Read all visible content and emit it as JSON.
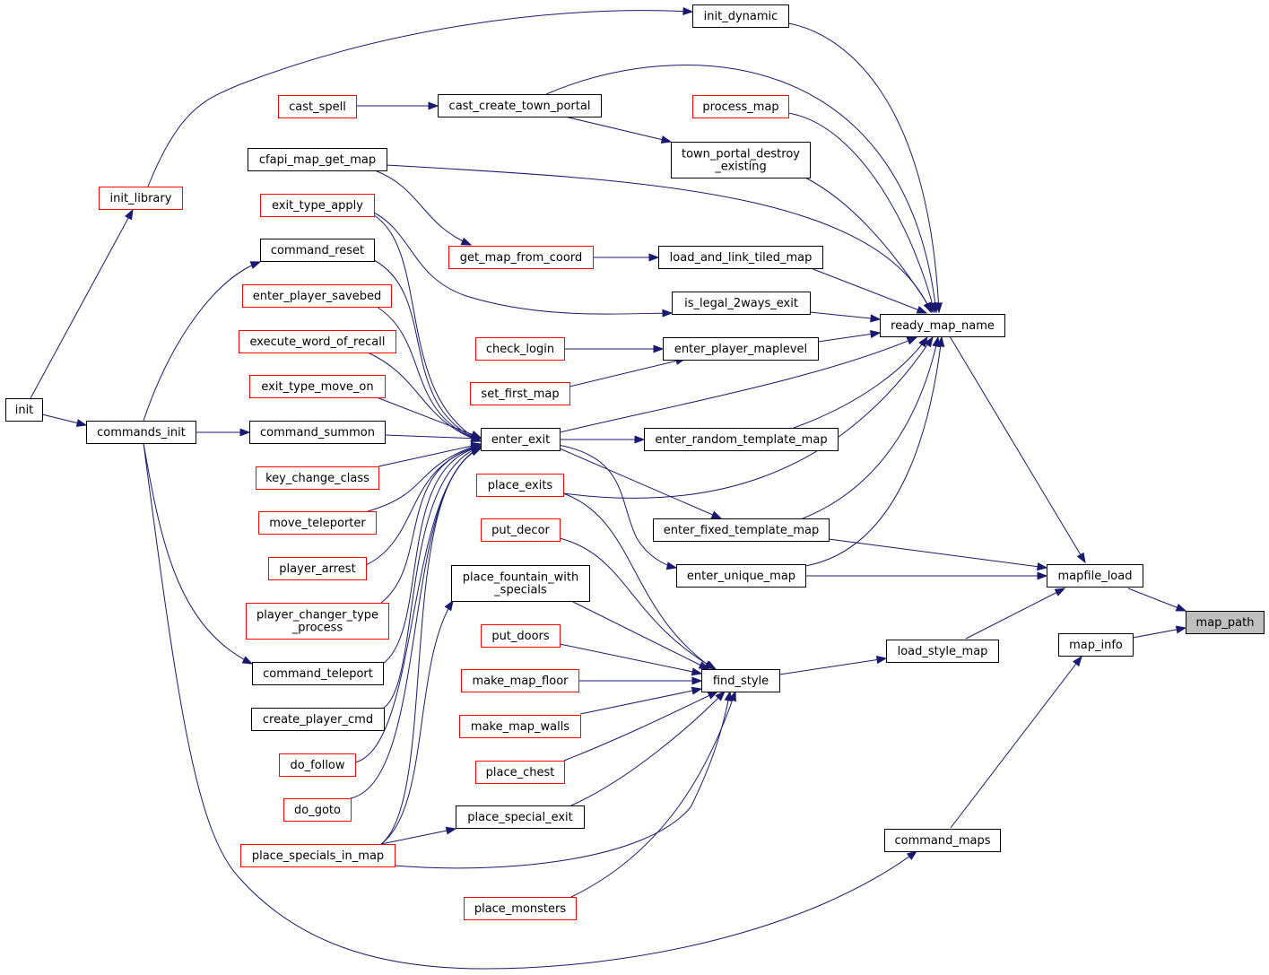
{
  "title": "",
  "colors": {
    "edge": "#191970",
    "node_fill": "#ffffff",
    "node_border_normal": "#000000",
    "node_border_truncated": "#ff0000",
    "node_fill_focus": "#bfbfbf"
  },
  "nodes": [
    {
      "id": "map_path",
      "lines": [
        "map_path"
      ],
      "style": "focus"
    },
    {
      "id": "mapfile_load",
      "lines": [
        "mapfile_load"
      ],
      "style": "normal"
    },
    {
      "id": "map_info",
      "lines": [
        "map_info"
      ],
      "style": "normal"
    },
    {
      "id": "ready_map_name",
      "lines": [
        "ready_map_name"
      ],
      "style": "normal"
    },
    {
      "id": "load_style_map",
      "lines": [
        "load_style_map"
      ],
      "style": "normal"
    },
    {
      "id": "command_maps",
      "lines": [
        "command_maps"
      ],
      "style": "normal"
    },
    {
      "id": "init_dynamic",
      "lines": [
        "init_dynamic"
      ],
      "style": "normal"
    },
    {
      "id": "cast_create_town_portal",
      "lines": [
        "cast_create_town_portal"
      ],
      "style": "normal"
    },
    {
      "id": "process_map",
      "lines": [
        "process_map"
      ],
      "style": "truncated"
    },
    {
      "id": "town_portal_destroy_existing",
      "lines": [
        "town_portal_destroy",
        "_existing"
      ],
      "style": "normal"
    },
    {
      "id": "cfapi_map_get_map",
      "lines": [
        "cfapi_map_get_map"
      ],
      "style": "normal"
    },
    {
      "id": "load_and_link_tiled_map",
      "lines": [
        "load_and_link_tiled_map"
      ],
      "style": "normal"
    },
    {
      "id": "is_legal_2ways_exit",
      "lines": [
        "is_legal_2ways_exit"
      ],
      "style": "normal"
    },
    {
      "id": "enter_player_maplevel",
      "lines": [
        "enter_player_maplevel"
      ],
      "style": "normal"
    },
    {
      "id": "enter_exit",
      "lines": [
        "enter_exit"
      ],
      "style": "normal"
    },
    {
      "id": "enter_random_template_map",
      "lines": [
        "enter_random_template_map"
      ],
      "style": "normal"
    },
    {
      "id": "place_exits",
      "lines": [
        "place_exits"
      ],
      "style": "truncated"
    },
    {
      "id": "enter_fixed_template_map",
      "lines": [
        "enter_fixed_template_map"
      ],
      "style": "normal"
    },
    {
      "id": "enter_unique_map",
      "lines": [
        "enter_unique_map"
      ],
      "style": "normal"
    },
    {
      "id": "find_style",
      "lines": [
        "find_style"
      ],
      "style": "normal"
    },
    {
      "id": "init_library",
      "lines": [
        "init_library"
      ],
      "style": "truncated"
    },
    {
      "id": "init",
      "lines": [
        "init"
      ],
      "style": "normal"
    },
    {
      "id": "commands_init",
      "lines": [
        "commands_init"
      ],
      "style": "normal"
    },
    {
      "id": "cast_spell",
      "lines": [
        "cast_spell"
      ],
      "style": "truncated"
    },
    {
      "id": "exit_type_apply",
      "lines": [
        "exit_type_apply"
      ],
      "style": "truncated"
    },
    {
      "id": "command_reset",
      "lines": [
        "command_reset"
      ],
      "style": "normal"
    },
    {
      "id": "enter_player_savebed",
      "lines": [
        "enter_player_savebed"
      ],
      "style": "truncated"
    },
    {
      "id": "execute_word_of_recall",
      "lines": [
        "execute_word_of_recall"
      ],
      "style": "truncated"
    },
    {
      "id": "exit_type_move_on",
      "lines": [
        "exit_type_move_on"
      ],
      "style": "truncated"
    },
    {
      "id": "command_summon",
      "lines": [
        "command_summon"
      ],
      "style": "normal"
    },
    {
      "id": "key_change_class",
      "lines": [
        "key_change_class"
      ],
      "style": "truncated"
    },
    {
      "id": "move_teleporter",
      "lines": [
        "move_teleporter"
      ],
      "style": "truncated"
    },
    {
      "id": "player_arrest",
      "lines": [
        "player_arrest"
      ],
      "style": "truncated"
    },
    {
      "id": "player_changer_type_process",
      "lines": [
        "player_changer_type",
        "_process"
      ],
      "style": "truncated"
    },
    {
      "id": "command_teleport",
      "lines": [
        "command_teleport"
      ],
      "style": "normal"
    },
    {
      "id": "create_player_cmd",
      "lines": [
        "create_player_cmd"
      ],
      "style": "normal"
    },
    {
      "id": "do_follow",
      "lines": [
        "do_follow"
      ],
      "style": "truncated"
    },
    {
      "id": "do_goto",
      "lines": [
        "do_goto"
      ],
      "style": "truncated"
    },
    {
      "id": "place_specials_in_map",
      "lines": [
        "place_specials_in_map"
      ],
      "style": "truncated"
    },
    {
      "id": "get_map_from_coord",
      "lines": [
        "get_map_from_coord"
      ],
      "style": "truncated"
    },
    {
      "id": "check_login",
      "lines": [
        "check_login"
      ],
      "style": "truncated"
    },
    {
      "id": "set_first_map",
      "lines": [
        "set_first_map"
      ],
      "style": "truncated"
    },
    {
      "id": "put_decor",
      "lines": [
        "put_decor"
      ],
      "style": "truncated"
    },
    {
      "id": "place_fountain_with_specials",
      "lines": [
        "place_fountain_with",
        "_specials"
      ],
      "style": "normal"
    },
    {
      "id": "put_doors",
      "lines": [
        "put_doors"
      ],
      "style": "truncated"
    },
    {
      "id": "make_map_floor",
      "lines": [
        "make_map_floor"
      ],
      "style": "truncated"
    },
    {
      "id": "make_map_walls",
      "lines": [
        "make_map_walls"
      ],
      "style": "truncated"
    },
    {
      "id": "place_chest",
      "lines": [
        "place_chest"
      ],
      "style": "truncated"
    },
    {
      "id": "place_special_exit",
      "lines": [
        "place_special_exit"
      ],
      "style": "normal"
    },
    {
      "id": "place_monsters",
      "lines": [
        "place_monsters"
      ],
      "style": "truncated"
    }
  ],
  "edges": [
    {
      "from": "mapfile_load",
      "to": "map_path"
    },
    {
      "from": "map_info",
      "to": "map_path"
    },
    {
      "from": "ready_map_name",
      "to": "mapfile_load"
    },
    {
      "from": "load_style_map",
      "to": "mapfile_load"
    },
    {
      "from": "enter_fixed_template_map",
      "to": "mapfile_load"
    },
    {
      "from": "enter_unique_map",
      "to": "mapfile_load"
    },
    {
      "from": "command_maps",
      "to": "map_info"
    },
    {
      "from": "init_dynamic",
      "to": "ready_map_name"
    },
    {
      "from": "cast_create_town_portal",
      "to": "ready_map_name"
    },
    {
      "from": "process_map",
      "to": "ready_map_name"
    },
    {
      "from": "town_portal_destroy_existing",
      "to": "ready_map_name"
    },
    {
      "from": "cfapi_map_get_map",
      "to": "ready_map_name"
    },
    {
      "from": "load_and_link_tiled_map",
      "to": "ready_map_name"
    },
    {
      "from": "is_legal_2ways_exit",
      "to": "ready_map_name"
    },
    {
      "from": "enter_player_maplevel",
      "to": "ready_map_name"
    },
    {
      "from": "enter_exit",
      "to": "ready_map_name"
    },
    {
      "from": "enter_random_template_map",
      "to": "ready_map_name"
    },
    {
      "from": "place_exits",
      "to": "ready_map_name"
    },
    {
      "from": "enter_fixed_template_map",
      "to": "ready_map_name"
    },
    {
      "from": "enter_unique_map",
      "to": "ready_map_name"
    },
    {
      "from": "find_style",
      "to": "load_style_map"
    },
    {
      "from": "init_library",
      "to": "init_dynamic"
    },
    {
      "from": "cast_spell",
      "to": "cast_create_town_portal"
    },
    {
      "from": "cast_create_town_portal",
      "to": "town_portal_destroy_existing"
    },
    {
      "from": "cfapi_map_get_map",
      "to": "get_map_from_coord"
    },
    {
      "from": "get_map_from_coord",
      "to": "load_and_link_tiled_map"
    },
    {
      "from": "exit_type_apply",
      "to": "is_legal_2ways_exit"
    },
    {
      "from": "check_login",
      "to": "enter_player_maplevel"
    },
    {
      "from": "set_first_map",
      "to": "enter_player_maplevel"
    },
    {
      "from": "enter_exit",
      "to": "enter_random_template_map"
    },
    {
      "from": "enter_exit",
      "to": "enter_fixed_template_map"
    },
    {
      "from": "enter_exit",
      "to": "enter_unique_map"
    },
    {
      "from": "exit_type_apply",
      "to": "enter_exit"
    },
    {
      "from": "command_reset",
      "to": "enter_exit"
    },
    {
      "from": "enter_player_savebed",
      "to": "enter_exit"
    },
    {
      "from": "execute_word_of_recall",
      "to": "enter_exit"
    },
    {
      "from": "exit_type_move_on",
      "to": "enter_exit"
    },
    {
      "from": "command_summon",
      "to": "enter_exit"
    },
    {
      "from": "key_change_class",
      "to": "enter_exit"
    },
    {
      "from": "move_teleporter",
      "to": "enter_exit"
    },
    {
      "from": "player_arrest",
      "to": "enter_exit"
    },
    {
      "from": "player_changer_type_process",
      "to": "enter_exit"
    },
    {
      "from": "command_teleport",
      "to": "enter_exit"
    },
    {
      "from": "create_player_cmd",
      "to": "enter_exit"
    },
    {
      "from": "do_follow",
      "to": "enter_exit"
    },
    {
      "from": "do_goto",
      "to": "enter_exit"
    },
    {
      "from": "place_specials_in_map",
      "to": "enter_exit"
    },
    {
      "from": "init",
      "to": "init_library"
    },
    {
      "from": "init",
      "to": "commands_init"
    },
    {
      "from": "commands_init",
      "to": "command_reset"
    },
    {
      "from": "commands_init",
      "to": "command_summon"
    },
    {
      "from": "commands_init",
      "to": "command_teleport"
    },
    {
      "from": "commands_init",
      "to": "command_maps"
    },
    {
      "from": "place_exits",
      "to": "find_style"
    },
    {
      "from": "put_decor",
      "to": "find_style"
    },
    {
      "from": "place_fountain_with_specials",
      "to": "find_style"
    },
    {
      "from": "put_doors",
      "to": "find_style"
    },
    {
      "from": "make_map_floor",
      "to": "find_style"
    },
    {
      "from": "make_map_walls",
      "to": "find_style"
    },
    {
      "from": "place_chest",
      "to": "find_style"
    },
    {
      "from": "place_special_exit",
      "to": "find_style"
    },
    {
      "from": "place_specials_in_map",
      "to": "find_style"
    },
    {
      "from": "place_monsters",
      "to": "find_style"
    },
    {
      "from": "place_specials_in_map",
      "to": "place_fountain_with_specials"
    },
    {
      "from": "place_specials_in_map",
      "to": "place_special_exit"
    }
  ]
}
